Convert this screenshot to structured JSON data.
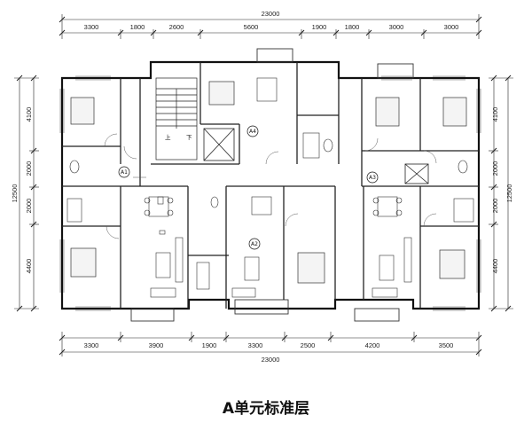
{
  "caption": "A单元标准层",
  "dimensions": {
    "top_total": "23000",
    "bottom_total": "23000",
    "top_segments": [
      "3300",
      "1800",
      "2600",
      "5600",
      "1900",
      "1800",
      "3000",
      "3000"
    ],
    "bottom_segments": [
      "3300",
      "3900",
      "1900",
      "3300",
      "2500",
      "4200",
      "3500"
    ],
    "left_total": "12500",
    "right_total": "12500",
    "left_segments": [
      "4100",
      "2000",
      "2000",
      "4400"
    ],
    "right_segments": [
      "4100",
      "2000",
      "2000",
      "4400"
    ]
  },
  "unit_labels": [
    "A1",
    "A2",
    "A3",
    "A4"
  ],
  "stair_labels": [
    "上",
    "下"
  ]
}
